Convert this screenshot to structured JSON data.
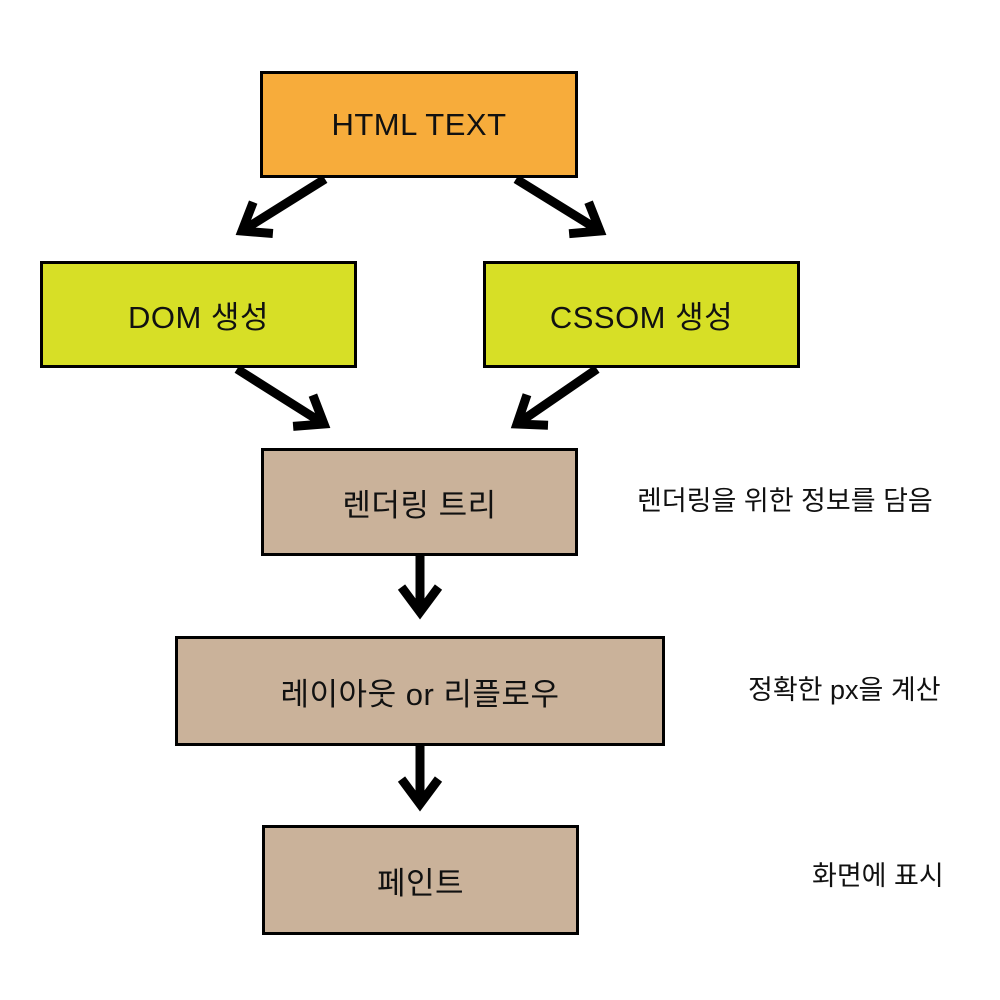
{
  "colors": {
    "node_border": "#000000",
    "arrow": "#000000",
    "background": "#ffffff",
    "orange": "#F7AC3B",
    "chartreuse": "#D7DF26",
    "tan": "#CAB29A"
  },
  "diagram": {
    "nodes": [
      {
        "id": "html-text",
        "label": "HTML TEXT",
        "color": "#F7AC3B"
      },
      {
        "id": "dom-create",
        "label": "DOM 생성",
        "color": "#D7DF26"
      },
      {
        "id": "cssom-create",
        "label": "CSSOM 생성",
        "color": "#D7DF26"
      },
      {
        "id": "render-tree",
        "label": "렌더링 트리",
        "color": "#CAB29A",
        "annotation": "렌더링을 위한 정보를 담음"
      },
      {
        "id": "layout-reflow",
        "label": "레이아웃 or 리플로우",
        "color": "#CAB29A",
        "annotation": "정확한 px을 계산"
      },
      {
        "id": "paint",
        "label": "페인트",
        "color": "#CAB29A",
        "annotation": "화면에 표시"
      }
    ],
    "edges": [
      {
        "from": "html-text",
        "to": "dom-create"
      },
      {
        "from": "html-text",
        "to": "cssom-create"
      },
      {
        "from": "dom-create",
        "to": "render-tree"
      },
      {
        "from": "cssom-create",
        "to": "render-tree"
      },
      {
        "from": "render-tree",
        "to": "layout-reflow"
      },
      {
        "from": "layout-reflow",
        "to": "paint"
      }
    ]
  }
}
